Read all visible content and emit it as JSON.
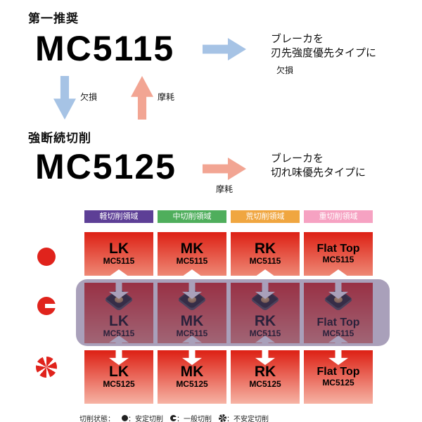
{
  "colors": {
    "blue_arrow": "#a6c3e5",
    "red_arrow": "#f2a593",
    "icon_red": "#e0231c",
    "cell_red_top": "#dd2014",
    "cell_red_bottom": "#ee8875",
    "highlight_band": "rgba(84,66,118,0.5)"
  },
  "top": {
    "heading": "第一推奨",
    "model": "MC5115",
    "arrow_label": "欠損",
    "note_line1": "ブレーカを",
    "note_line2": "刃先強度優先タイプに",
    "down_label": "欠損",
    "up_label": "摩耗"
  },
  "middle": {
    "heading": "強断続切削",
    "model": "MC5125",
    "arrow_label": "摩耗",
    "note_line1": "ブレーカを",
    "note_line2": "切れ味優先タイプに"
  },
  "matrix": {
    "headers": [
      {
        "label": "軽切削領域",
        "color": "#5d3f96"
      },
      {
        "label": "中切削領域",
        "color": "#4fae5c"
      },
      {
        "label": "荒切削領域",
        "color": "#f0a640"
      },
      {
        "label": "重切削領域",
        "color": "#f6a2c2"
      }
    ],
    "rows": [
      {
        "cells": [
          {
            "grade": "LK",
            "series": "MC5115"
          },
          {
            "grade": "MK",
            "series": "MC5115"
          },
          {
            "grade": "RK",
            "series": "MC5115"
          },
          {
            "grade": "Flat Top",
            "series": "MC5115"
          }
        ]
      },
      {
        "cells": [
          {
            "grade": "LK",
            "series": "MC5115"
          },
          {
            "grade": "MK",
            "series": "MC5115"
          },
          {
            "grade": "RK",
            "series": "MC5115"
          },
          {
            "grade": "Flat Top",
            "series": "MC5115"
          }
        ]
      },
      {
        "cells": [
          {
            "grade": "LK",
            "series": "MC5125"
          },
          {
            "grade": "MK",
            "series": "MC5125"
          },
          {
            "grade": "RK",
            "series": "MC5125"
          },
          {
            "grade": "Flat Top",
            "series": "MC5125"
          }
        ]
      }
    ]
  },
  "legend": {
    "prefix": "切削状態：",
    "stable": "：安定切削",
    "general": "：一般切削",
    "unstable": "：不安定切削"
  }
}
